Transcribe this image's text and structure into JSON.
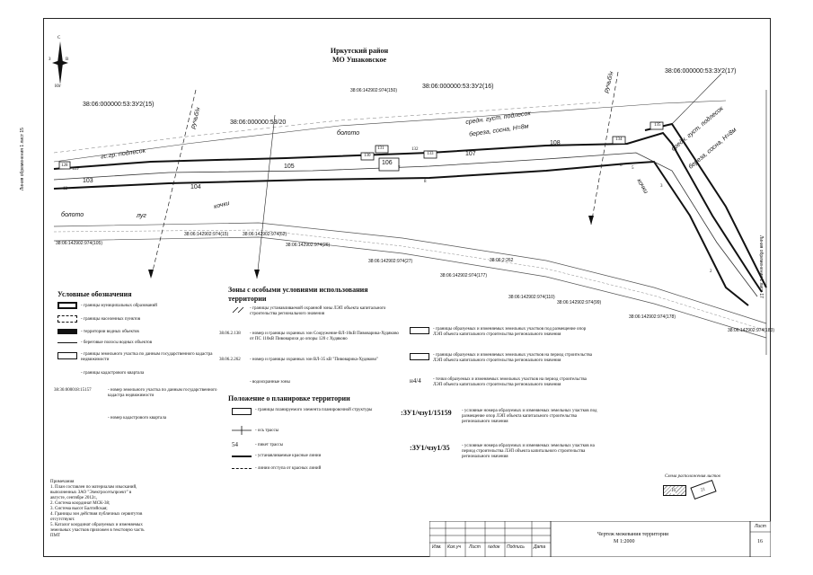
{
  "header": {
    "title_line1": "Иркутский район",
    "title_line2": "МО Ушаковское"
  },
  "compass": {
    "north": "С",
    "south": "Юг",
    "east": "В",
    "west": "З"
  },
  "map": {
    "parcels": {
      "p15": "38:06:000000:53:ЗУ2(15)",
      "p16": "38:06:000000:53:ЗУ2(16)",
      "p17": "38:06:000000:53:ЗУ2(17)",
      "p20": "38:06:000000:53/20"
    },
    "terrain": {
      "swamp1": "болото",
      "swamp2": "болото",
      "meadow": "луг",
      "hummocks1": "кочки",
      "hummocks2": "кочки",
      "forest1": "средн. густ. подлесок",
      "forest2": "береза, сосна, Н=8м",
      "forest3": "средн. густ. подлесок",
      "forest4": "береза, сосна, Н=8м",
      "forest_left": "гс.гр. подлесок",
      "stream1": "ручьб/н",
      "stream2": "ручьб/н"
    },
    "pickets": {
      "k103": "103",
      "k104": "104",
      "k105": "105",
      "k106": "106",
      "k107": "107",
      "k108": "108",
      "k128": "128",
      "k129": "129",
      "k130": "130",
      "k131": "131",
      "k132": "132",
      "k133": "133",
      "k134": "134",
      "k135": "135",
      "k2": "2",
      "k3": "3",
      "k5": "5",
      "k6": "6",
      "k7": "7",
      "k8": "8",
      "k12": "12"
    },
    "codes": {
      "c1": "38:06:142902:974(105)",
      "c2": "38:06:142902:974(150)",
      "c3": "38:06:142902:974(15)",
      "c4": "38:06:142902:974(26)",
      "c5": "38:06:142902:974(27)",
      "c6": "38:06:142902:974(177)",
      "c7": "38:06:142902:974(110)",
      "c8": "38:06:142902:974(178)",
      "c9": "38:06:142902:974(183)",
      "c10": "38:06:142902:974(62)",
      "c11": "38:06:142902:974(99)",
      "c12": "38:06:2:262"
    },
    "side_left": "Линия обременения 1 лист 15",
    "side_right": "Линия обременения 1 лист 17"
  },
  "legend": {
    "title": "Условные обозначения",
    "items": [
      "- границы муниципальных образований",
      "- границы населенных пунктов",
      "- территории водных объектов",
      "- береговые полосы водных объектов",
      "- границы земельного участка по данным государственного кадастра недвижимости",
      "- границы кадастрового квартала"
    ],
    "cadastral_code": "38:36:000018:15157",
    "cadastral_desc": "- номер земельного участка по данным государственного кадастра недвижимости",
    "quarter_desc": "- номер кадастрового квартала"
  },
  "zones": {
    "title_line1": "Зоны с особыми условиями использования",
    "title_line2": "территории",
    "item1": "- границы устанавливаемой охранной зоны ЛЭП объекта капитального строительства регионального значения",
    "code2": "38.06.2.138",
    "item2": "- номер и границы охранных зон Сооружение-ВЛ-10кВ Пивоварика-Худяково от ПС 110кВ Пивоварихи до опоры 120 с Худяково",
    "code3": "38.06.2.262",
    "item3": "- номер и границы охранных зон ВЛ-35 кВ \"Пивоварика-Худяково\"",
    "item4": "- водоохранные зоны"
  },
  "planning": {
    "title": "Положение о планировке территории",
    "item1": "- границы планируемого элемента планировочной структуры",
    "item2": "- ось трассы",
    "picket_num": "54",
    "item3": "- пикет трассы",
    "item4": "- устанавливаемые красные линии",
    "item5": "- линии отступа от красных линий"
  },
  "right_legend": {
    "item1": "- границы образуемых и изменяемых земельных участков под размещение опор ЛЭП объекта капитального строительства регионального значения",
    "item2": "- границы образуемых и изменяемых земельных участков на период строительства ЛЭП объекта капитального строительства регионального значения",
    "point_code": "н4/4",
    "item3": "- точки образуемых и изменяемых земельных участков на период строительства ЛЭП объекта капитального строительства регионального значения",
    "code4": ":ЗУ1/чзу1/15159",
    "item4": "- условные номера образуемых и изменяемых земельных участков под размещение опор ЛЭП объекта капитального строительства регионального значения",
    "code5": ":ЗУ1/чзу1/35",
    "item5": "- условные номера образуемых и изменяемых земельных участков на период строительства ЛЭП объекта капитального строительства регионального значения"
  },
  "notes": {
    "title": "Примечания",
    "lines": [
      "1. План составлен по материалам изысканий,",
      "выполненных ЗАО \"Электросетьпроект\" в",
      "августе, сентябре 2012г.,",
      "2. Система координат МСК-38;",
      "3. Система высот Балтийская;",
      "4. Границы зон действия публичных сервитутов",
      "отсутствуют.",
      "5. Каталог координат образуемых и изменяемых",
      "земельных участков приложен в текстовую часть",
      "ПМТ"
    ]
  },
  "scheme": {
    "title": "Схема расположения листов",
    "sheet_left": "16",
    "sheet_right": "21"
  },
  "stamp": {
    "cols": [
      "Изм.",
      "Кол.уч",
      "Лист",
      "№док",
      "Подпись",
      "Дата"
    ],
    "drawing_title": "Чертеж межевания территории",
    "scale": "М 1:2000",
    "sheet_label": "Лист",
    "sheet_no": "16"
  },
  "colors": {
    "ink": "#111111",
    "line": "#222222"
  }
}
